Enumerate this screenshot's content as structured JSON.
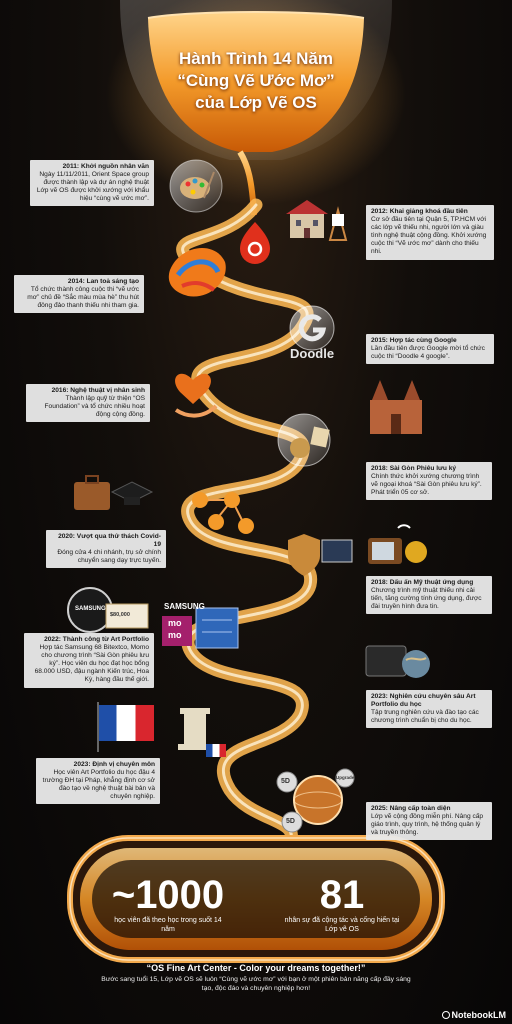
{
  "title": {
    "line1": "Hành Trình 14 Năm",
    "line2": "“Cùng Vẽ Ước Mơ”",
    "line3": "của Lớp Vẽ OS"
  },
  "milestones": [
    {
      "heading": "2011: Khởi nguồn nhân văn",
      "body": "Ngày 11/11/2011, Orient Space group được thành lập và dự án nghệ thuật Lớp vẽ OS được khởi xướng với khẩu hiệu “cùng vẽ ước mơ”."
    },
    {
      "heading": "2012: Khai giảng khoá đầu tiên",
      "body": "Cơ sở đầu tiên tại Quận 5, TP.HCM với các lớp vẽ thiếu nhi, người lớn và giàu tình nghệ thuật cộng đồng. Khởi xướng cuộc thi “Vẽ ước mơ” dành cho thiếu nhi."
    },
    {
      "heading": "2014: Lan toả sáng tạo",
      "body": "Tổ chức thành công cuộc thi “vẽ ước mơ” chủ đề “Sắc màu mùa hè” thu hút đông đảo thanh thiếu nhi tham gia."
    },
    {
      "heading": "2015: Hợp tác cùng Google",
      "body": "Lần đầu tiên được Google mời tổ chức cuộc thi “Doodle 4 google”."
    },
    {
      "heading": "2016: Nghệ thuật vị nhân sinh",
      "body": "Thành lập quỹ từ thiện “OS Foundation” và tổ chức nhiều hoạt động cộng đồng."
    },
    {
      "heading": "2018: Sài Gòn Phiêu lưu ký",
      "body": "Chính thức khởi xướng chương trình vẽ ngoại khoá “Sài Gòn phiêu lưu ký”. Phát triển 05 cơ sở."
    },
    {
      "heading": "2020: Vượt qua thử thách Covid-19",
      "body": "Đóng cửa 4 chi nhánh, trụ sở chính chuyển sang dạy trực tuyến."
    },
    {
      "heading": "2018: Dấu ấn Mỹ thuật ứng dụng",
      "body": "Chương trình mỹ thuật thiếu nhi cải tiến, tăng cường tính ứng dụng, được đài truyền hình đưa tin."
    },
    {
      "heading": "2022: Thành công từ Art Portfolio",
      "body": "Hợp tác Samsung 68 Bitextco, Momo cho chương trình “Sài Gòn phiêu lưu ký”. Học viên du học đạt học bổng 68.000 USD, đậu ngành Kiến trúc, Hoa Kỳ, hàng đầu thế giới."
    },
    {
      "heading": "2023: Nghiên cứu chuyên sâu Art Portfolio du học",
      "body": "Tập trung nghiên cứu và đào tạo các chương trình chuẩn bị cho du học."
    },
    {
      "heading": "2023: Định vị chuyên môn",
      "body": "Học viên Art Portfolio du học đậu 4 trường ĐH tại Pháp, khẳng định cơ sở đào tạo về nghệ thuật bài bản và chuyên nghiệp."
    },
    {
      "heading": "2025: Nâng cấp toàn diện",
      "body": "Lớp vẽ cộng đồng miễn phí. Nâng cấp giáo trình, quy trình, hệ thống quản lý và truyền thông."
    }
  ],
  "graphic_labels": {
    "doodle": "Doodle",
    "samsung": "SAMSUNG",
    "momo_top": "mo",
    "momo_bottom": "mo",
    "check_amount": "$80,000",
    "badge_5d": "5D",
    "badge_upgrade": "Upgrade"
  },
  "stats": [
    {
      "value": "~1000",
      "label": "học viên đã theo học trong suốt 14 năm"
    },
    {
      "value": "81",
      "label": "nhân sự đã cộng tác và cống hiến tại Lớp vẽ OS"
    }
  ],
  "quote": "“OS Fine Art Center - Color your dreams together!”",
  "quote_desc": "Bước sang tuổi 15, Lớp vẽ OS sẽ luôn “Cùng vẽ ước mơ” với bạn ở một phiên bản năng cấp đầy sáng tạo, độc đáo và chuyên nghiệp hơn!",
  "brand": "NotebookLM",
  "colors": {
    "accent": "#f08a1c",
    "logo_red": "#e0301c",
    "card_bg": "#e8e8e8",
    "background": "#0b0a09"
  }
}
